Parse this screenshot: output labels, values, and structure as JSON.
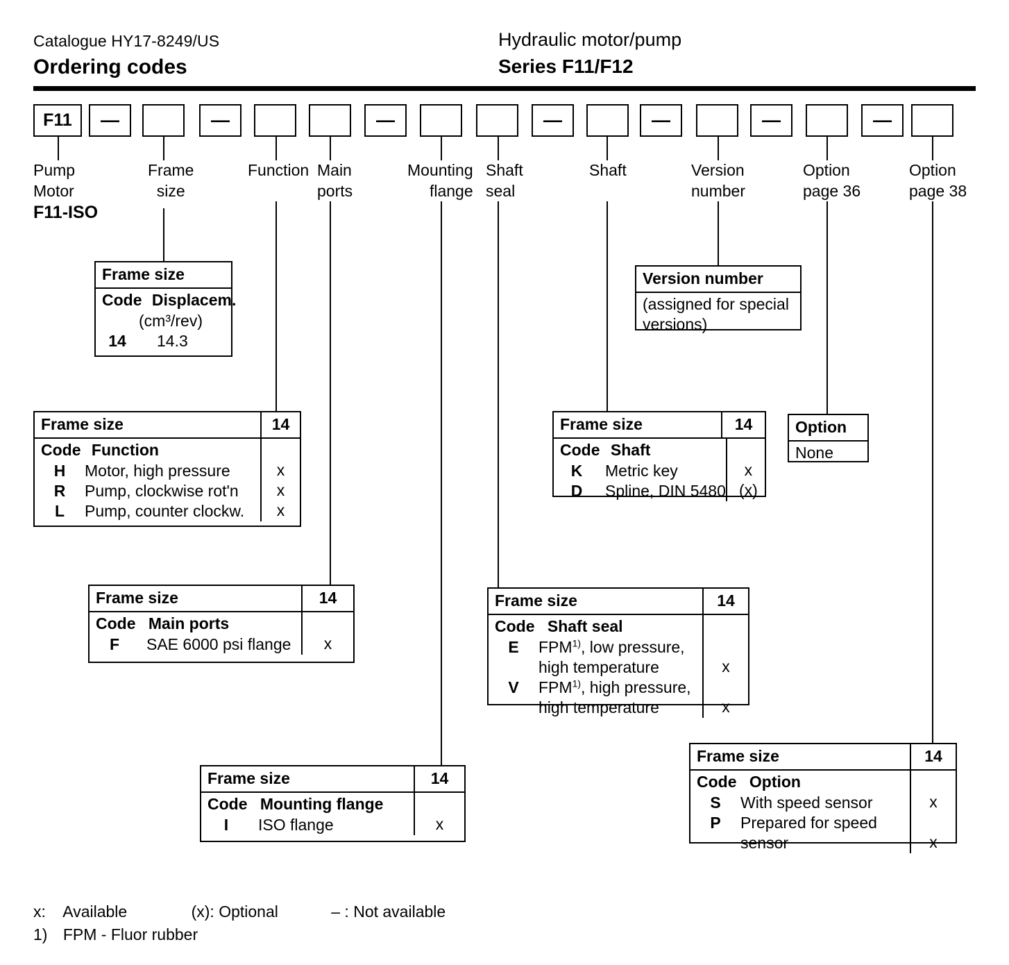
{
  "header": {
    "catalogue": "Catalogue HY17-8249/US",
    "section_title": "Ordering codes",
    "product": "Hydraulic motor/pump",
    "series": "Series F11/F12"
  },
  "code_string": {
    "boxes": [
      {
        "text": "F11",
        "type": "value"
      },
      {
        "text": "—",
        "type": "dash"
      },
      {
        "text": "",
        "type": "blank"
      },
      {
        "text": "—",
        "type": "dash"
      },
      {
        "text": "",
        "type": "blank"
      },
      {
        "text": "",
        "type": "blank"
      },
      {
        "text": "—",
        "type": "dash"
      },
      {
        "text": "",
        "type": "blank"
      },
      {
        "text": "",
        "type": "blank"
      },
      {
        "text": "—",
        "type": "dash"
      },
      {
        "text": "",
        "type": "blank"
      },
      {
        "text": "—",
        "type": "dash"
      },
      {
        "text": "",
        "type": "blank"
      },
      {
        "text": "—",
        "type": "dash"
      },
      {
        "text": "",
        "type": "blank"
      },
      {
        "text": "—",
        "type": "dash"
      },
      {
        "text": "",
        "type": "blank"
      }
    ],
    "captions": [
      {
        "line1": "Pump",
        "line2": "Motor",
        "extra": "F11-ISO"
      },
      {
        "line1": "Frame",
        "line2": "size",
        "extra": ""
      },
      {
        "line1": "Function",
        "line2": "",
        "extra": ""
      },
      {
        "line1": "Main",
        "line2": "ports",
        "extra": ""
      },
      {
        "line1": "Mounting",
        "line2": "flange",
        "extra": ""
      },
      {
        "line1": "Shaft",
        "line2": "seal",
        "extra": ""
      },
      {
        "line1": "Shaft",
        "line2": "",
        "extra": ""
      },
      {
        "line1": "Version",
        "line2": "number",
        "extra": ""
      },
      {
        "line1": "Option",
        "line2": "page 36",
        "extra": ""
      },
      {
        "line1": "Option",
        "line2": "page 38",
        "extra": ""
      }
    ]
  },
  "tables": {
    "frame_size": {
      "title": "Frame size",
      "col_code": "Code",
      "col_desc": "Displacem.",
      "col_unit": "(cm³/rev)",
      "rows": [
        {
          "code": "14",
          "desc": "14.3"
        }
      ]
    },
    "function": {
      "title": "Frame size",
      "size": "14",
      "col_code": "Code",
      "col_desc": "Function",
      "rows": [
        {
          "code": "H",
          "desc": "Motor, high pressure",
          "mark": "x"
        },
        {
          "code": "R",
          "desc": "Pump, clockwise rot'n",
          "mark": "x"
        },
        {
          "code": "L",
          "desc": "Pump, counter clockw.",
          "mark": "x"
        }
      ]
    },
    "main_ports": {
      "title": "Frame size",
      "size": "14",
      "col_code": "Code",
      "col_desc": "Main ports",
      "rows": [
        {
          "code": "F",
          "desc": "SAE 6000 psi flange",
          "mark": "x"
        }
      ]
    },
    "mounting_flange": {
      "title": "Frame size",
      "size": "14",
      "col_code": "Code",
      "col_desc": "Mounting flange",
      "rows": [
        {
          "code": "I",
          "desc": "ISO flange",
          "mark": "x"
        }
      ]
    },
    "shaft_seal": {
      "title": "Frame size",
      "size": "14",
      "col_code": "Code",
      "col_desc": "Shaft seal",
      "rows": [
        {
          "code": "E",
          "desc_part1": "FPM",
          "footnote": "1)",
          "desc_part2": ", low pressure,",
          "desc_line2": "high temperature",
          "mark": "x"
        },
        {
          "code": "V",
          "desc_part1": "FPM",
          "footnote": "1)",
          "desc_part2": ", high pressure,",
          "desc_line2": "high temperature",
          "mark": "x"
        }
      ]
    },
    "shaft": {
      "title": "Frame size",
      "size": "14",
      "col_code": "Code",
      "col_desc": "Shaft",
      "rows": [
        {
          "code": "K",
          "desc": "Metric key",
          "mark": "x"
        },
        {
          "code": "D",
          "desc": "Spline, DIN 5480",
          "mark": "(x)"
        }
      ]
    },
    "version_number": {
      "title": "Version number",
      "body_line1": "(assigned for special",
      "body_line2": "versions)"
    },
    "option_none": {
      "title": "Option",
      "body": "None"
    },
    "option_speed": {
      "title": "Frame size",
      "size": "14",
      "col_code": "Code",
      "col_desc": "Option",
      "rows": [
        {
          "code": "S",
          "desc": "With speed sensor",
          "desc_line2": "",
          "mark": "x"
        },
        {
          "code": "P",
          "desc": "Prepared for speed",
          "desc_line2": "sensor",
          "mark": "x"
        }
      ]
    }
  },
  "legend": {
    "line1_a": "x:",
    "line1_b": "Available",
    "line1_c": "(x): Optional",
    "line1_d": "– :  Not available",
    "line2_a": "1)",
    "line2_b": "FPM - Fluor rubber"
  }
}
